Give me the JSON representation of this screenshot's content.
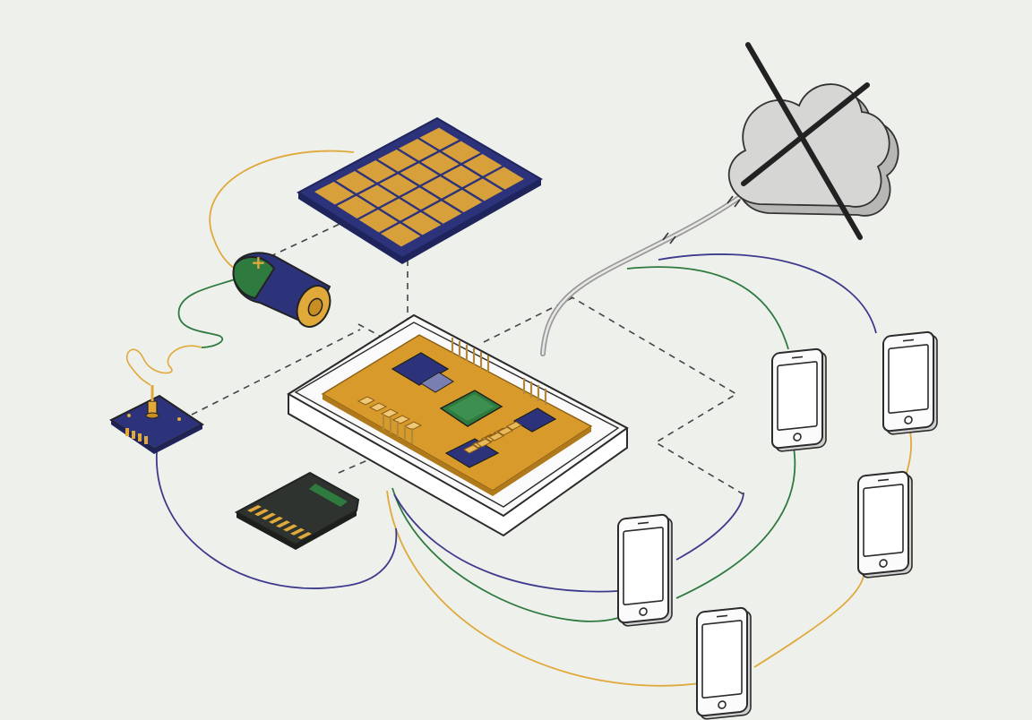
{
  "diagram": {
    "colors": {
      "background": "#eef0ec",
      "outline": "#2b2b2b",
      "gold": "#e0a93a",
      "navy": "#2e3a85",
      "green": "#2f7a3f",
      "purple": "#3d3a8c",
      "cloud_fill": "#c9cac8",
      "pcb": "#d89a2a"
    },
    "nodes": [
      {
        "id": "solar-panel",
        "icon": "solar-panel-icon"
      },
      {
        "id": "battery",
        "icon": "battery-icon",
        "symbol": "+"
      },
      {
        "id": "antenna-module",
        "icon": "antenna-icon"
      },
      {
        "id": "sd-card",
        "icon": "sd-card-icon"
      },
      {
        "id": "mesh-node-enclosure",
        "icon": "circuit-board-icon"
      },
      {
        "id": "cloud-offline",
        "icon": "cloud-crossed-icon"
      },
      {
        "id": "phone-1",
        "icon": "smartphone-icon"
      },
      {
        "id": "phone-2",
        "icon": "smartphone-icon"
      },
      {
        "id": "phone-3",
        "icon": "smartphone-icon"
      },
      {
        "id": "phone-4",
        "icon": "smartphone-icon"
      },
      {
        "id": "phone-5",
        "icon": "smartphone-icon"
      }
    ],
    "connections": [
      {
        "from": "solar-panel",
        "to": "mesh-node-enclosure",
        "style": "dashed"
      },
      {
        "from": "antenna-module",
        "to": "mesh-node-enclosure",
        "style": "dashed"
      },
      {
        "from": "sd-card",
        "to": "mesh-node-enclosure",
        "style": "dashed"
      },
      {
        "from": "mesh-node-enclosure",
        "to": "phone-1",
        "style": "dashed"
      },
      {
        "from": "mesh-node-enclosure",
        "to": "cloud-offline",
        "style": "broken-cable"
      },
      {
        "from": "battery",
        "to": "antenna-module",
        "style": "wire"
      },
      {
        "from": "mesh-node-enclosure",
        "to": "phone-3",
        "style": "arc"
      },
      {
        "from": "mesh-node-enclosure",
        "to": "phone-4",
        "style": "arc"
      },
      {
        "from": "phone-1",
        "to": "phone-2",
        "style": "arc"
      }
    ]
  }
}
